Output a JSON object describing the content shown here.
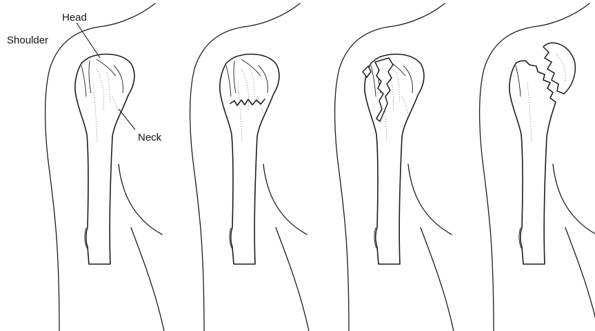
{
  "labels": {
    "head": "Head",
    "shoulder": "Shoulder",
    "neck": "Neck"
  },
  "panels": [
    {
      "id": "normal"
    },
    {
      "id": "neck-fracture"
    },
    {
      "id": "multi-fragment-fracture"
    },
    {
      "id": "displaced-head-fracture"
    }
  ]
}
